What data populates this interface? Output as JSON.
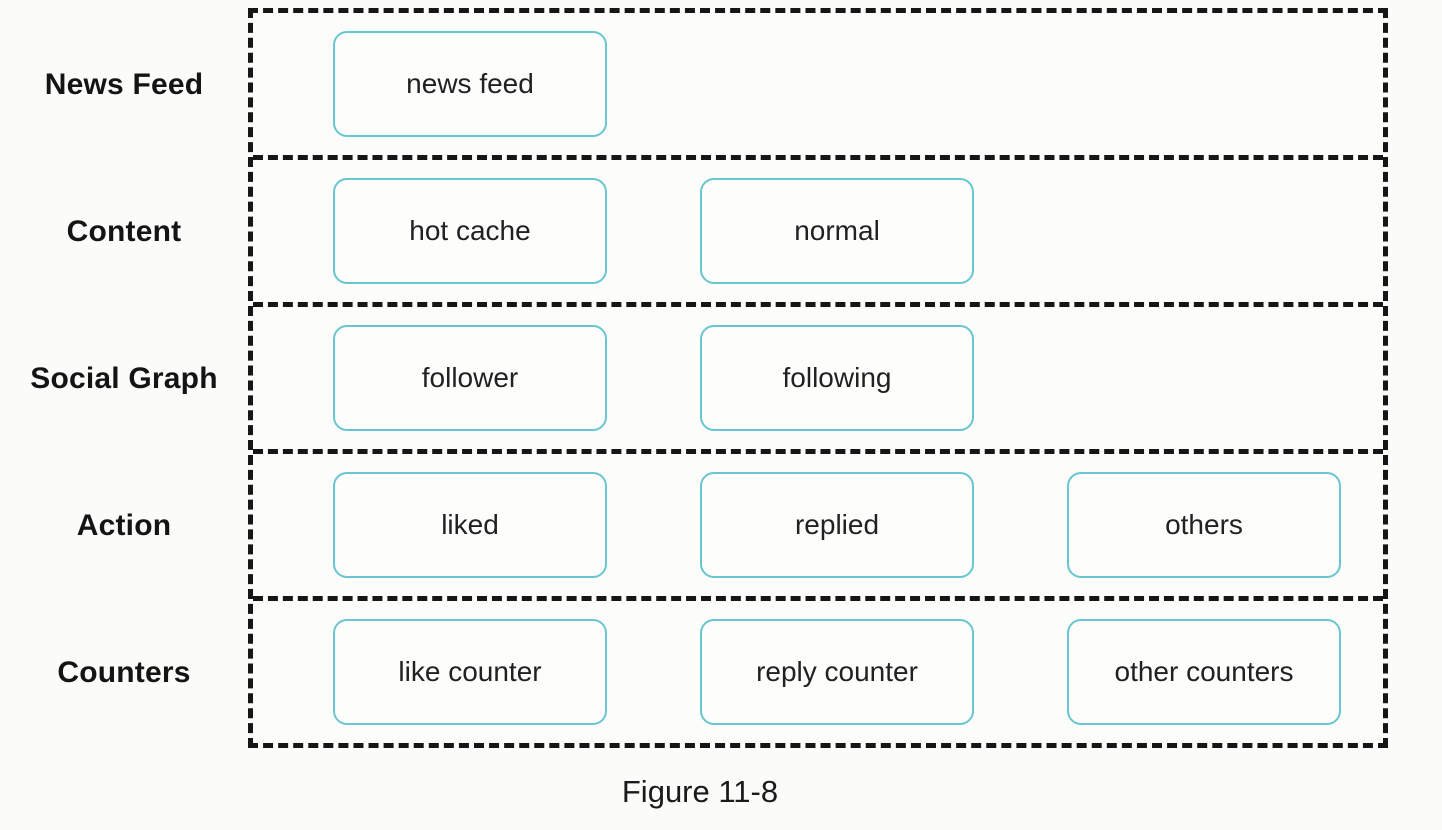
{
  "figure": {
    "caption": "Figure 11-8",
    "colors": {
      "box_border": "#68c6d0",
      "dashed_line": "#161616",
      "label_text": "#141414",
      "box_text": "#212121",
      "background": "#fbfbf9"
    },
    "rows": [
      {
        "label": "News Feed",
        "boxes": [
          "news feed"
        ]
      },
      {
        "label": "Content",
        "boxes": [
          "hot cache",
          "normal"
        ]
      },
      {
        "label": "Social Graph",
        "boxes": [
          "follower",
          "following"
        ]
      },
      {
        "label": "Action",
        "boxes": [
          "liked",
          "replied",
          "others"
        ]
      },
      {
        "label": "Counters",
        "boxes": [
          "like counter",
          "reply counter",
          "other counters"
        ]
      }
    ]
  }
}
